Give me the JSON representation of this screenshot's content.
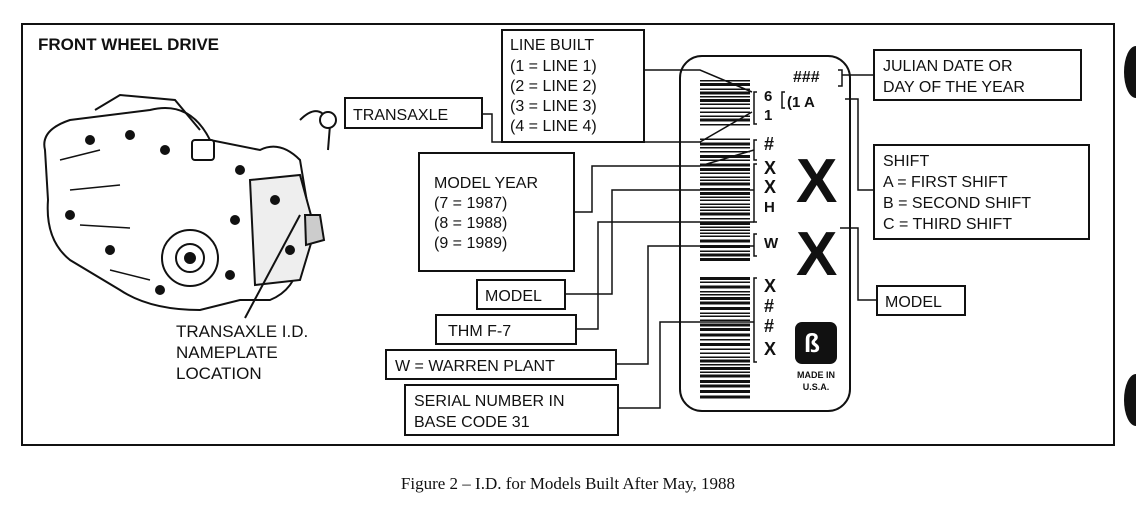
{
  "panel": {
    "heading": "FRONT WHEEL DRIVE"
  },
  "location_label": [
    "TRANSAXLE I.D.",
    "NAMEPLATE",
    "LOCATION"
  ],
  "callouts": {
    "line_built": [
      "LINE BUILT",
      "(1  =  LINE 1)",
      "(2  =  LINE 2)",
      "(3  =  LINE 3)",
      "(4  =  LINE 4)"
    ],
    "transaxle": "TRANSAXLE",
    "model_year": [
      "MODEL YEAR",
      "(7  =  1987)",
      "(8  =  1988)",
      "(9  =  1989)"
    ],
    "model_left": "MODEL",
    "thm": "THM F-7",
    "warren": "W  =  WARREN PLANT",
    "serial": [
      "SERIAL NUMBER IN",
      "BASE CODE 31"
    ],
    "julian": [
      "JULIAN DATE OR",
      "DAY OF THE YEAR"
    ],
    "shift": [
      "SHIFT",
      "A  =  FIRST SHIFT",
      "B  =  SECOND SHIFT",
      "C  =  THIRD SHIFT"
    ],
    "model_right": "MODEL"
  },
  "plate": {
    "julian_code": "###",
    "six": "6",
    "one": "1",
    "line_shift_code": "(1  A",
    "chars": [
      "#",
      "X",
      "X",
      "H",
      "W",
      "X",
      "#",
      "#",
      "X"
    ],
    "big_x": "X",
    "made_in": [
      "MADE IN",
      "U.S.A."
    ]
  },
  "caption": "Figure 2 – I.D. for Models Built After May, 1988"
}
